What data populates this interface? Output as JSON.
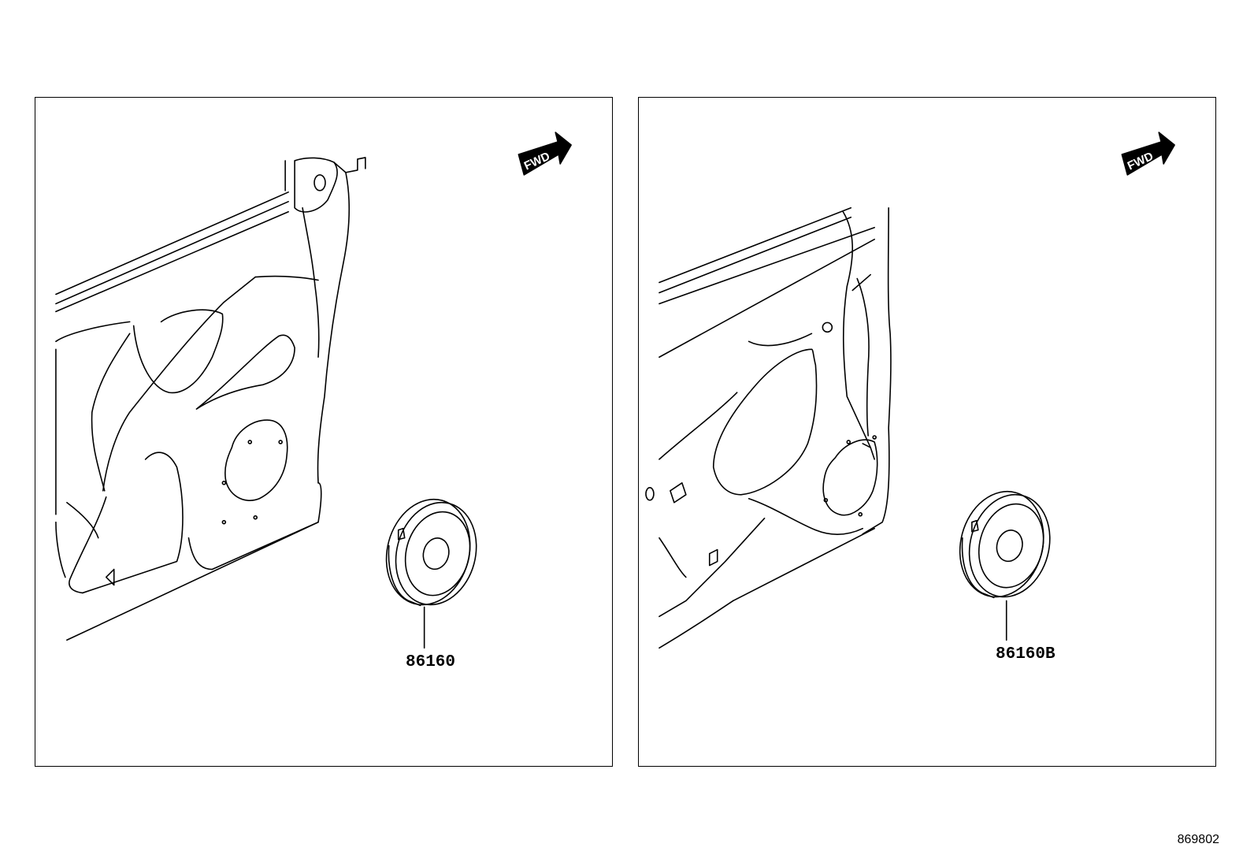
{
  "panels": [
    {
      "fwd_label": "FWD",
      "part_number": "86160"
    },
    {
      "fwd_label": "FWD",
      "part_number": "86160B"
    }
  ],
  "diagram_ref": "869802"
}
